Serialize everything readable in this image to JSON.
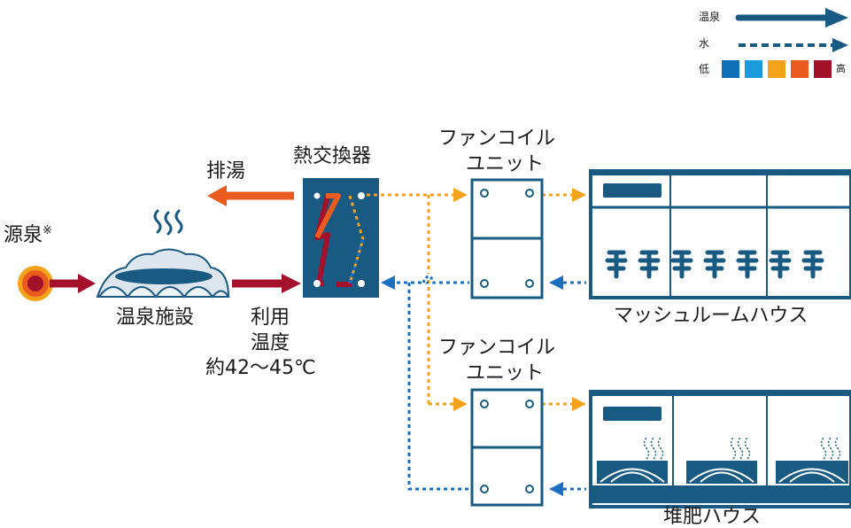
{
  "legend": {
    "hot_spring_label": "温泉",
    "water_label": "水",
    "low_label": "低",
    "high_label": "高",
    "scale_colors": [
      "#0f6fb8",
      "#1a9bdc",
      "#f3a21b",
      "#ea5b20",
      "#a3122a"
    ]
  },
  "labels": {
    "source": "源泉",
    "source_note": "※",
    "facility": "温泉施設",
    "discharge": "排湯",
    "heat_exchanger": "熱交換器",
    "usage_temp_line1": "利用",
    "usage_temp_line2": "温度",
    "usage_temp_line3": "約42〜45℃",
    "fan_coil_1_line1": "ファンコイル",
    "fan_coil_1_line2": "ユニット",
    "fan_coil_2_line1": "ファンコイル",
    "fan_coil_2_line2": "ユニット",
    "mushroom_house": "マッシュルームハウス",
    "compost_house": "堆肥ハウス"
  },
  "colors": {
    "navy": "#185a82",
    "hot_dark_red": "#a3122a",
    "hot_orange": "#ea5b20",
    "warm_orange": "#f3a21b",
    "cool_blue": "#1a6fc0"
  },
  "icons": {
    "source": "hot-spring-source-icon",
    "facility": "hot-spring-facility-icon",
    "mushroom": "mushroom-icon",
    "compost": "compost-steam-icon"
  }
}
